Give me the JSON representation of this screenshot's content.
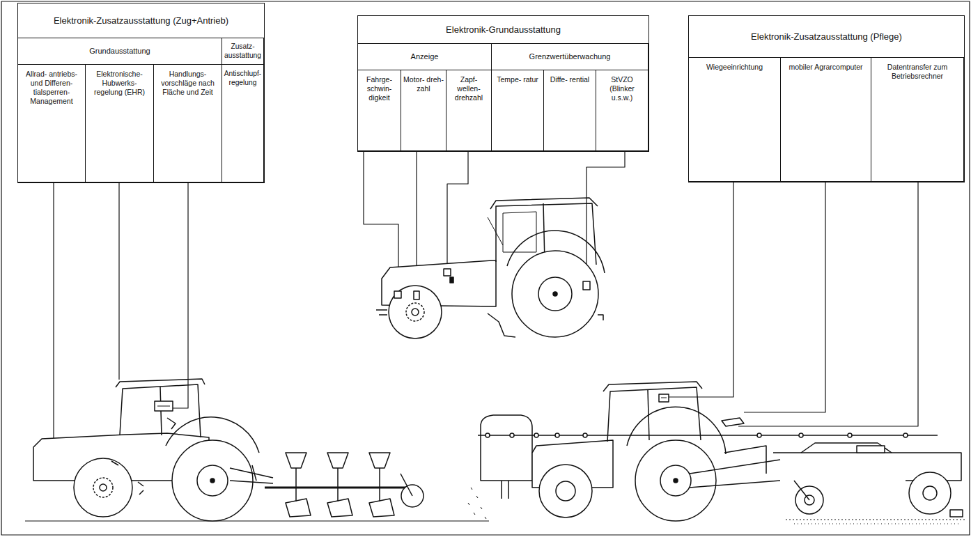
{
  "diagram": {
    "nodes": [
      {
        "text": [
          "Elektronik-Zusatzausstattung (Zug+Antrieb)"
        ]
      },
      {
        "text": [
          "Grundausstattung"
        ],
        "in": 0
      },
      {
        "text": [
          "Zusatz- ausstattung"
        ],
        "in": 0
      },
      {
        "text": [
          "Allrad- antriebs- und Differen- tialsperren- Management"
        ],
        "in": 0
      },
      {
        "text": [
          "Elektronische- Hubwerks- regelung (EHR)"
        ],
        "in": 0
      },
      {
        "text": [
          "Handlungs- vorschläge nach Fläche und Zeit"
        ],
        "in": 0
      },
      {
        "text": [
          "Antischlupf- regelung"
        ],
        "in": 0
      },
      {
        "text": [
          "Elektronik-Grundausstattung"
        ]
      },
      {
        "text": [
          "Anzeige"
        ],
        "in": 7
      },
      {
        "text": [
          "Grenzwertüberwachung"
        ],
        "in": 7
      },
      {
        "text": [
          "Fahrge- schwin- digkeit"
        ],
        "in": 7
      },
      {
        "text": [
          "Motor- dreh- zahl"
        ],
        "in": 7
      },
      {
        "text": [
          "Zapf- wellen- drehzahl"
        ],
        "in": 7
      },
      {
        "text": [
          "Tempe- ratur"
        ],
        "in": 7
      },
      {
        "text": [
          "Diffe- rential"
        ],
        "in": 7
      },
      {
        "text": [
          "StVZO (Blinker u.s.w.)"
        ],
        "in": 7
      },
      {
        "text": [
          "Elektronik-Zusatzausstattung (Pflege)"
        ]
      },
      {
        "text": [
          "Wiegeeinrichtung"
        ],
        "in": 16
      },
      {
        "text": [
          "mobiler Agrarcomputer"
        ],
        "in": 16
      },
      {
        "text": [
          "Datentransfer zum Betriebsrechner"
        ],
        "in": 16
      }
    ]
  }
}
